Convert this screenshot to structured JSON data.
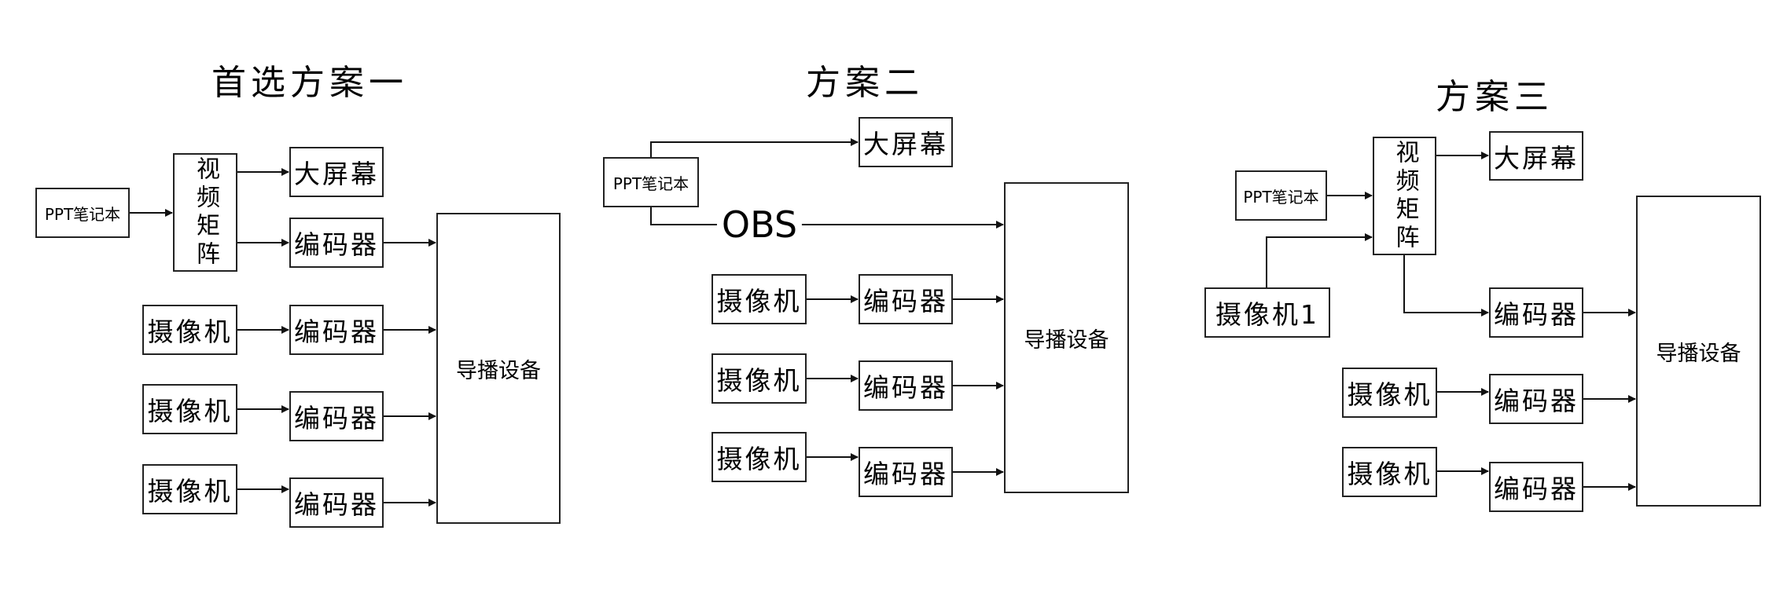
{
  "diagrams": [
    {
      "title": "首选方案一",
      "labels": {
        "ppt": "PPT笔记本",
        "matrix": "视频矩阵",
        "screen": "大屏幕",
        "encoder_a": "编码器",
        "camera_1": "摄像机",
        "camera_2": "摄像机",
        "camera_3": "摄像机",
        "encoder_1": "编码器",
        "encoder_2": "编码器",
        "encoder_3": "编码器",
        "director": "导播设备"
      }
    },
    {
      "title": "方案二",
      "labels": {
        "ppt": "PPT笔记本",
        "screen": "大屏幕",
        "obs": "OBS",
        "camera_1": "摄像机",
        "camera_2": "摄像机",
        "camera_3": "摄像机",
        "encoder_1": "编码器",
        "encoder_2": "编码器",
        "encoder_3": "编码器",
        "director": "导播设备"
      }
    },
    {
      "title": "方案三",
      "labels": {
        "ppt": "PPT笔记本",
        "matrix": "视频矩阵",
        "screen": "大屏幕",
        "camera_main": "摄像机1",
        "encoder_a": "编码器",
        "camera_1": "摄像机",
        "camera_2": "摄像机",
        "encoder_1": "编码器",
        "encoder_2": "编码器",
        "director": "导播设备"
      }
    }
  ],
  "colors": {
    "stroke": "#222222",
    "background": "#ffffff"
  }
}
